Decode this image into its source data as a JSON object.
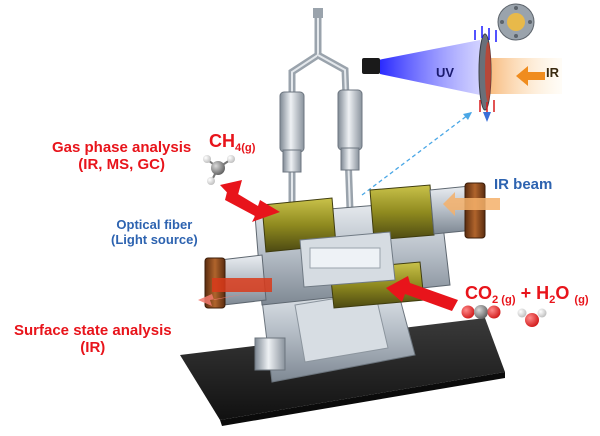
{
  "labels": {
    "gas_phase": {
      "line1": "Gas phase analysis",
      "line2": "(IR, MS, GC)"
    },
    "ch4": {
      "base": "CH",
      "sub": "4(g)"
    },
    "optical_fiber": {
      "line1": "Optical fiber",
      "line2": "(Light source)"
    },
    "ir_beam": "IR beam",
    "surface_state": {
      "line1": "Surface state analysis",
      "line2": "(IR)"
    },
    "co2": {
      "base": "CO",
      "sub": "2 (g)"
    },
    "plus": "+",
    "h2o": {
      "base": "H",
      "sub2": "2",
      "o": "O",
      "sub": "(g)"
    },
    "uv": "UV",
    "ir_small": "IR"
  },
  "colors": {
    "label_red": "#e8141b",
    "label_blue": "#2d63b0",
    "arrow_red": "#e8141b",
    "uv_beam": "#3b3bff",
    "ir_arrow": "#f08c1e",
    "body_metal": "#b9c2cc",
    "heater_olive": "#8f8a1f",
    "flange_copper": "#8a4b1f",
    "base_plate": "#1f1f1f"
  }
}
